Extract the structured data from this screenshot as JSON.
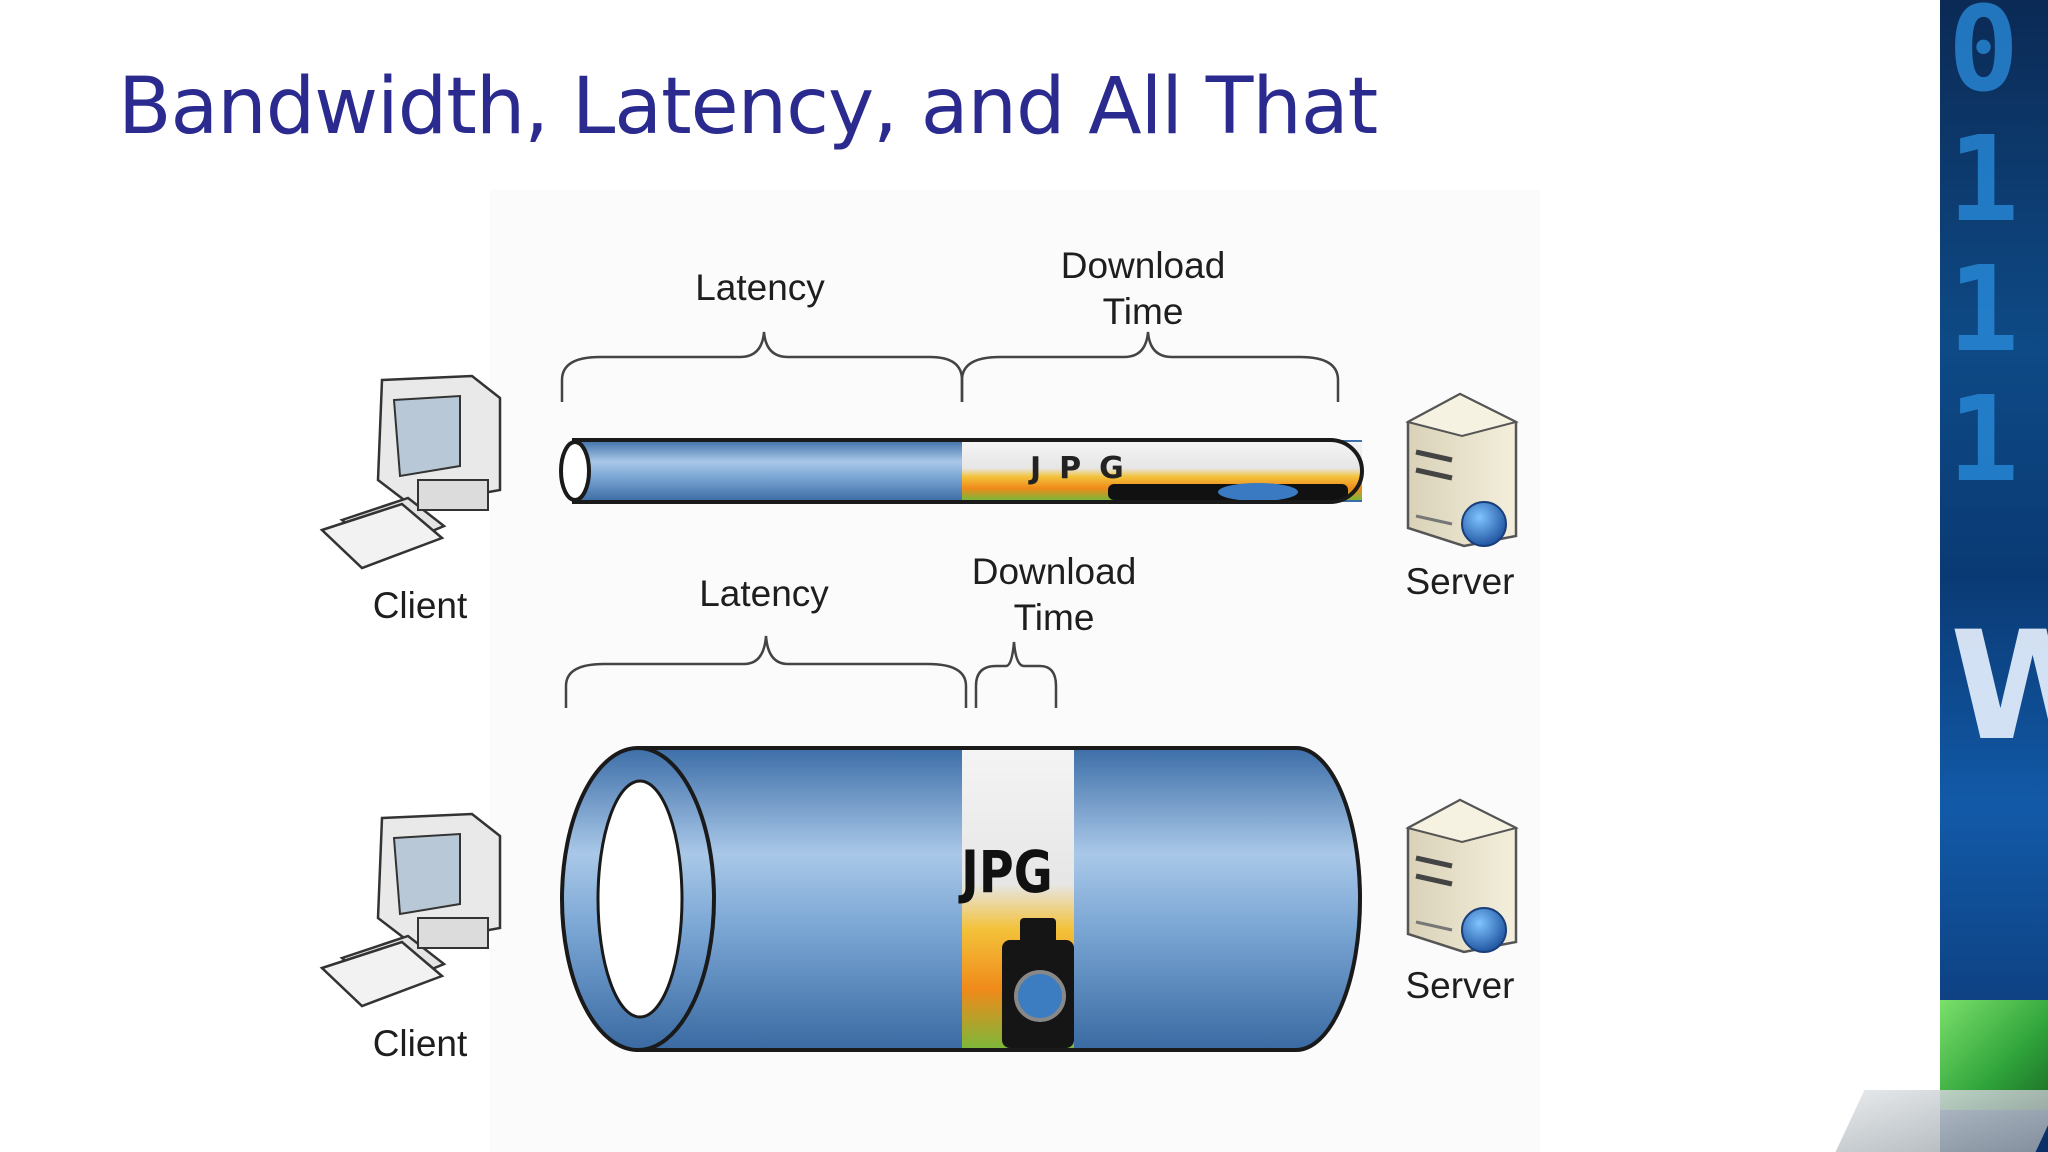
{
  "slide": {
    "title": "Bandwidth, Latency, and All That"
  },
  "top_diagram": {
    "latency_label": "Latency",
    "download_label_line1": "Download",
    "download_label_line2": "Time",
    "client_label": "Client",
    "server_label": "Server",
    "file_label": "JPG"
  },
  "bottom_diagram": {
    "latency_label": "Latency",
    "download_label_line1": "Download",
    "download_label_line2": "Time",
    "client_label": "Client",
    "server_label": "Server",
    "file_label": "JPG"
  },
  "decoration": {
    "digits": [
      "0",
      "1",
      "1",
      "1"
    ],
    "letter": "W"
  },
  "colors": {
    "title": "#2b2b8f",
    "pipe_blue": "#6f9fd0",
    "pipe_outline": "#1a1a1a",
    "brace": "#444444"
  },
  "icons": {
    "client": "desktop-computer-icon",
    "server": "server-tower-icon",
    "globe": "globe-icon",
    "camera": "camera-icon"
  }
}
